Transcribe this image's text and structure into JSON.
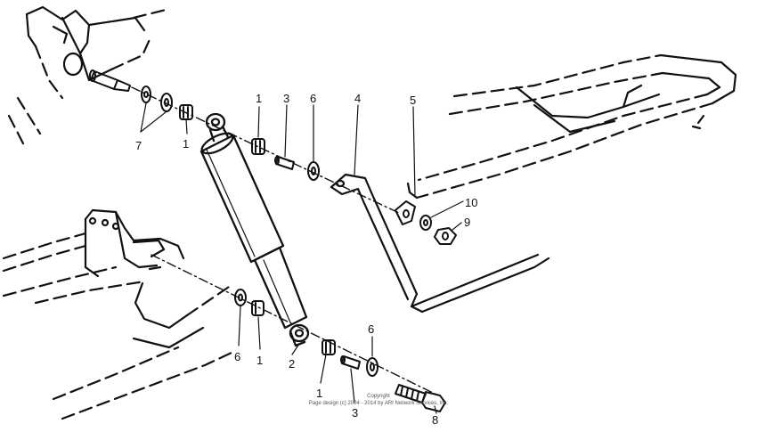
{
  "diagram": {
    "callouts": {
      "c1a": "1",
      "c1b": "1",
      "c1c": "1",
      "c1d": "1",
      "c2": "2",
      "c3a": "3",
      "c3b": "3",
      "c4": "4",
      "c5": "5",
      "c6a": "6",
      "c6b": "6",
      "c6c": "6",
      "c7": "7",
      "c8": "8",
      "c9": "9",
      "c10": "10"
    },
    "copyright_line1": "Copyright",
    "copyright_line2": "Page design (c) 2004 - 2014 by ARI Network Services, Inc."
  }
}
